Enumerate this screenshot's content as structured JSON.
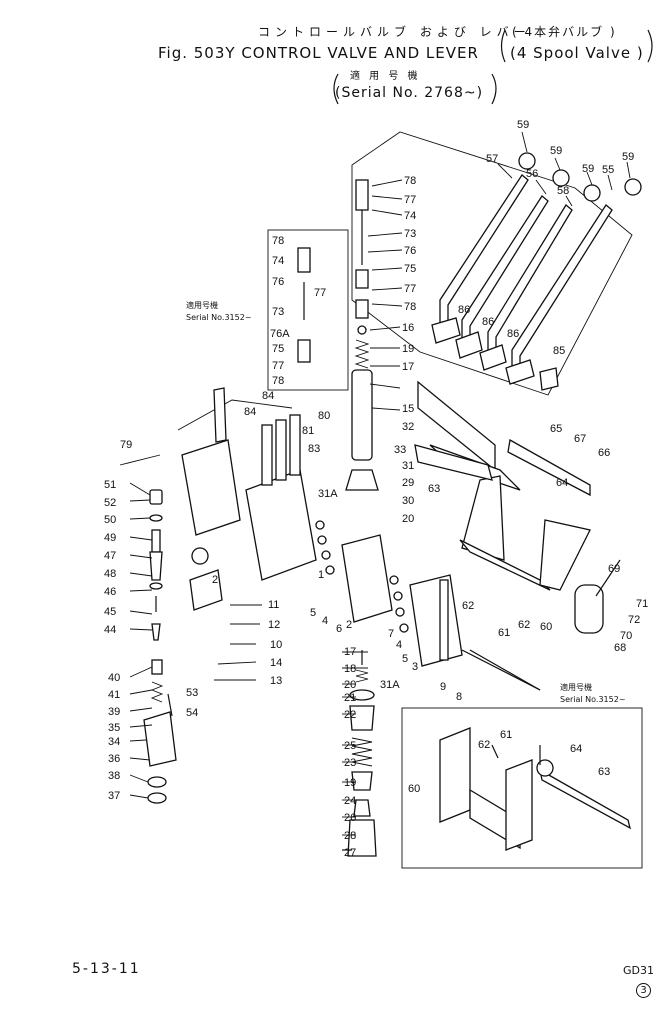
{
  "header": {
    "jp_title": "コントロールバルブ および レバー",
    "title": "Fig. 503Y CONTROL VALVE AND LEVER",
    "jp_spool": "( 4本弁バルブ )",
    "spool": "(4 Spool Valve )",
    "jp_serial_label": "適 用 号 機",
    "serial": "(Serial No. 2768~)"
  },
  "notes": {
    "serial_note_left_jp": "適用号機",
    "serial_note_left": "Serial No.3152~",
    "serial_note_right_jp": "適用号機",
    "serial_note_right": "Serial No.3152~"
  },
  "footer": {
    "page_ref": "5-13-11",
    "code": "GD31",
    "sheet": "3"
  },
  "callouts": [
    "59",
    "59",
    "59",
    "59",
    "57",
    "56",
    "58",
    "55",
    "86",
    "86",
    "86",
    "85",
    "78",
    "77",
    "74",
    "73",
    "76",
    "75",
    "77",
    "78",
    "16",
    "19",
    "17",
    "15",
    "78",
    "74",
    "76",
    "77",
    "73",
    "76A",
    "75",
    "77",
    "78",
    "84",
    "84",
    "80",
    "81",
    "83",
    "79",
    "51",
    "52",
    "50",
    "49",
    "47",
    "48",
    "46",
    "45",
    "44",
    "32",
    "33",
    "31",
    "31A",
    "29",
    "30",
    "20",
    "63",
    "65",
    "67",
    "66",
    "64",
    "2",
    "11",
    "12",
    "10",
    "14",
    "13",
    "1",
    "5",
    "4",
    "6",
    "2",
    "7",
    "3",
    "62",
    "9",
    "8",
    "61",
    "60",
    "69",
    "71",
    "72",
    "70",
    "68",
    "17",
    "18",
    "20",
    "21",
    "22",
    "23",
    "25",
    "19",
    "24",
    "26",
    "28",
    "27",
    "31A",
    "40",
    "41",
    "39",
    "35",
    "34",
    "36",
    "38",
    "37",
    "53",
    "54",
    "64",
    "61",
    "62",
    "63",
    "60"
  ]
}
